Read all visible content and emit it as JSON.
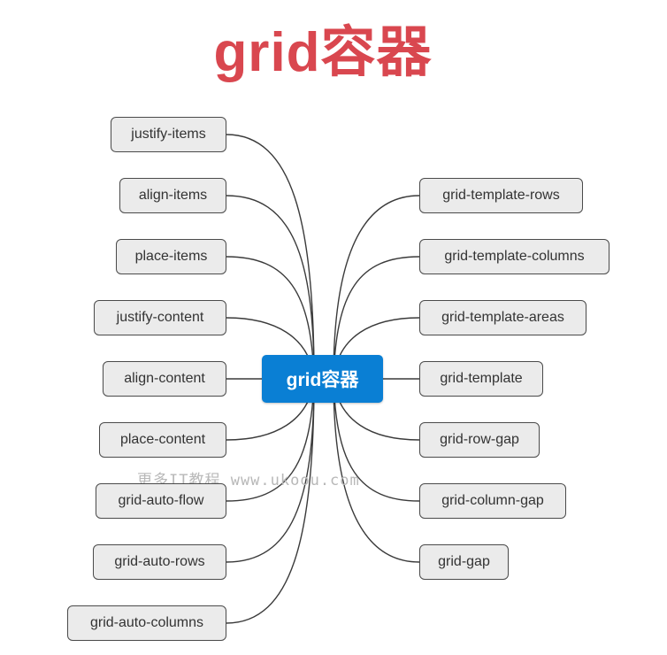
{
  "title": "grid容器",
  "center": "grid容器",
  "left_nodes": [
    "justify-items",
    "align-items",
    "place-items",
    "justify-content",
    "align-content",
    "place-content",
    "grid-auto-flow",
    "grid-auto-rows",
    "grid-auto-columns"
  ],
  "right_nodes": [
    "grid-template-rows",
    "grid-template-columns",
    "grid-template-areas",
    "grid-template",
    "grid-row-gap",
    "grid-column-gap",
    "grid-gap"
  ],
  "watermark": "更多IT教程 www.ukoou.com",
  "colors": {
    "title": "#d9474f",
    "center_fill": "#0a7fd4",
    "node_fill": "#ebebeb",
    "node_border": "#4a4a4a",
    "line": "#3a3a3a"
  }
}
